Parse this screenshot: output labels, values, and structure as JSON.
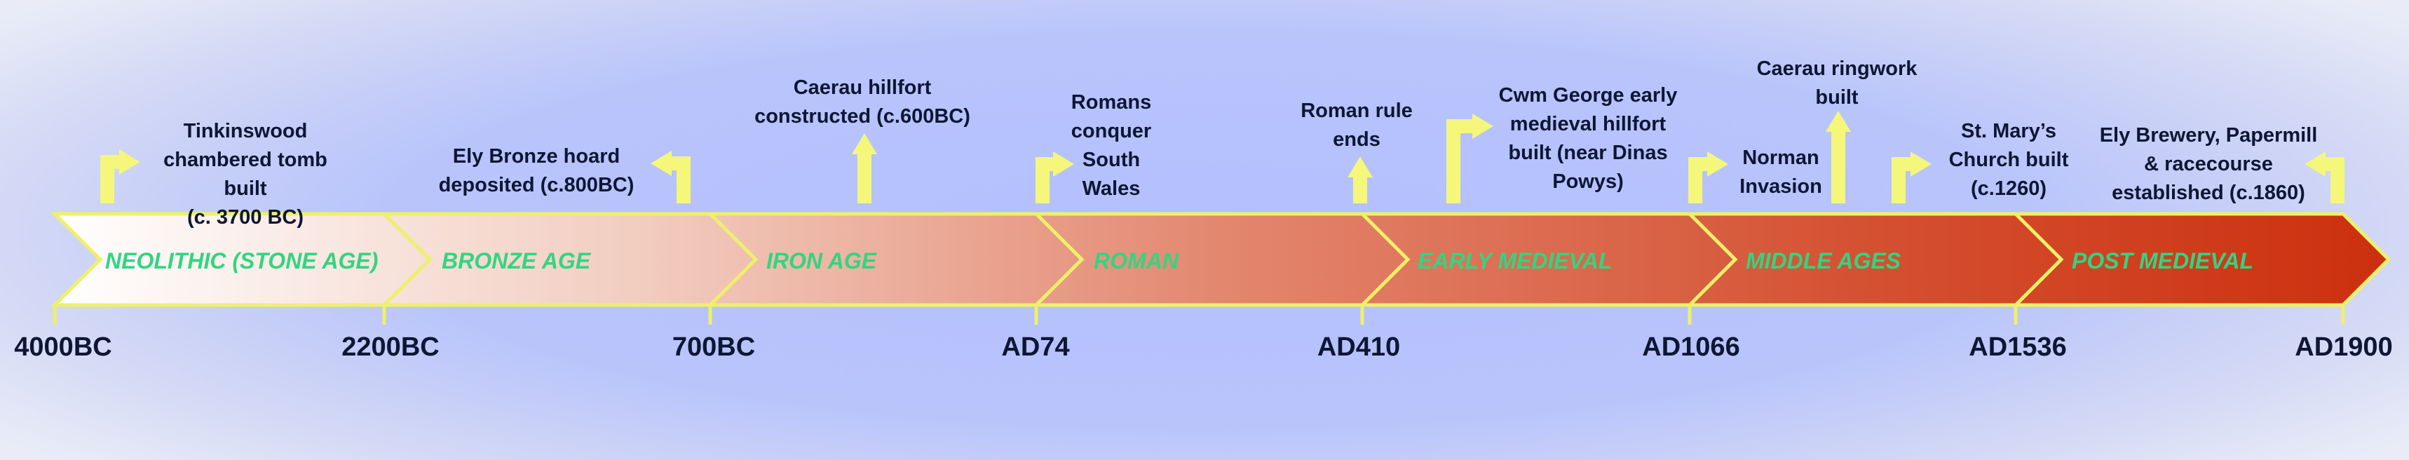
{
  "colors": {
    "arrow_fill": "#f4f77a",
    "border": "#eef06a",
    "period_label": "#33d481",
    "text": "#0d1633",
    "gradient_start": "#ffffff",
    "gradient_end": "#cc300e"
  },
  "periods": [
    {
      "label": "NEOLITHIC (STONE AGE)"
    },
    {
      "label": "BRONZE AGE"
    },
    {
      "label": "IRON AGE"
    },
    {
      "label": "ROMAN"
    },
    {
      "label": "EARLY MEDIEVAL"
    },
    {
      "label": "MIDDLE AGES"
    },
    {
      "label": "POST MEDIEVAL"
    }
  ],
  "dates": [
    "4000BC",
    "2200BC",
    "700BC",
    "AD74",
    "AD410",
    "AD1066",
    "AD1536",
    "AD1900"
  ],
  "events": [
    {
      "text": "Tinkinswood\nchambered tomb built\n(c. 3700 BC)",
      "arrow_icon": "bent-arrow-right-icon"
    },
    {
      "text": "Ely Bronze hoard\ndeposited (c.800BC)",
      "arrow_icon": "bent-arrow-left-icon"
    },
    {
      "text": "Caerau hillfort\nconstructed (c.600BC)",
      "arrow_icon": "arrow-up-icon"
    },
    {
      "text": "Romans\nconquer\nSouth\nWales",
      "arrow_icon": "bent-arrow-right-icon"
    },
    {
      "text": "Roman rule\nends",
      "arrow_icon": "arrow-up-icon"
    },
    {
      "text": "Cwm George early\nmedieval hillfort\nbuilt (near Dinas\nPowys)",
      "arrow_icon": "bent-arrow-right-icon"
    },
    {
      "text": "Norman\nInvasion",
      "arrow_icon": "bent-arrow-right-icon"
    },
    {
      "text": "Caerau ringwork\nbuilt",
      "arrow_icon": "arrow-up-icon"
    },
    {
      "text": "St. Mary’s\nChurch built\n(c.1260)",
      "arrow_icon": "bent-arrow-right-icon"
    },
    {
      "text": "Ely Brewery, Papermill\n& racecourse\nestablished (c.1860)",
      "arrow_icon": "bent-arrow-left-icon"
    }
  ]
}
